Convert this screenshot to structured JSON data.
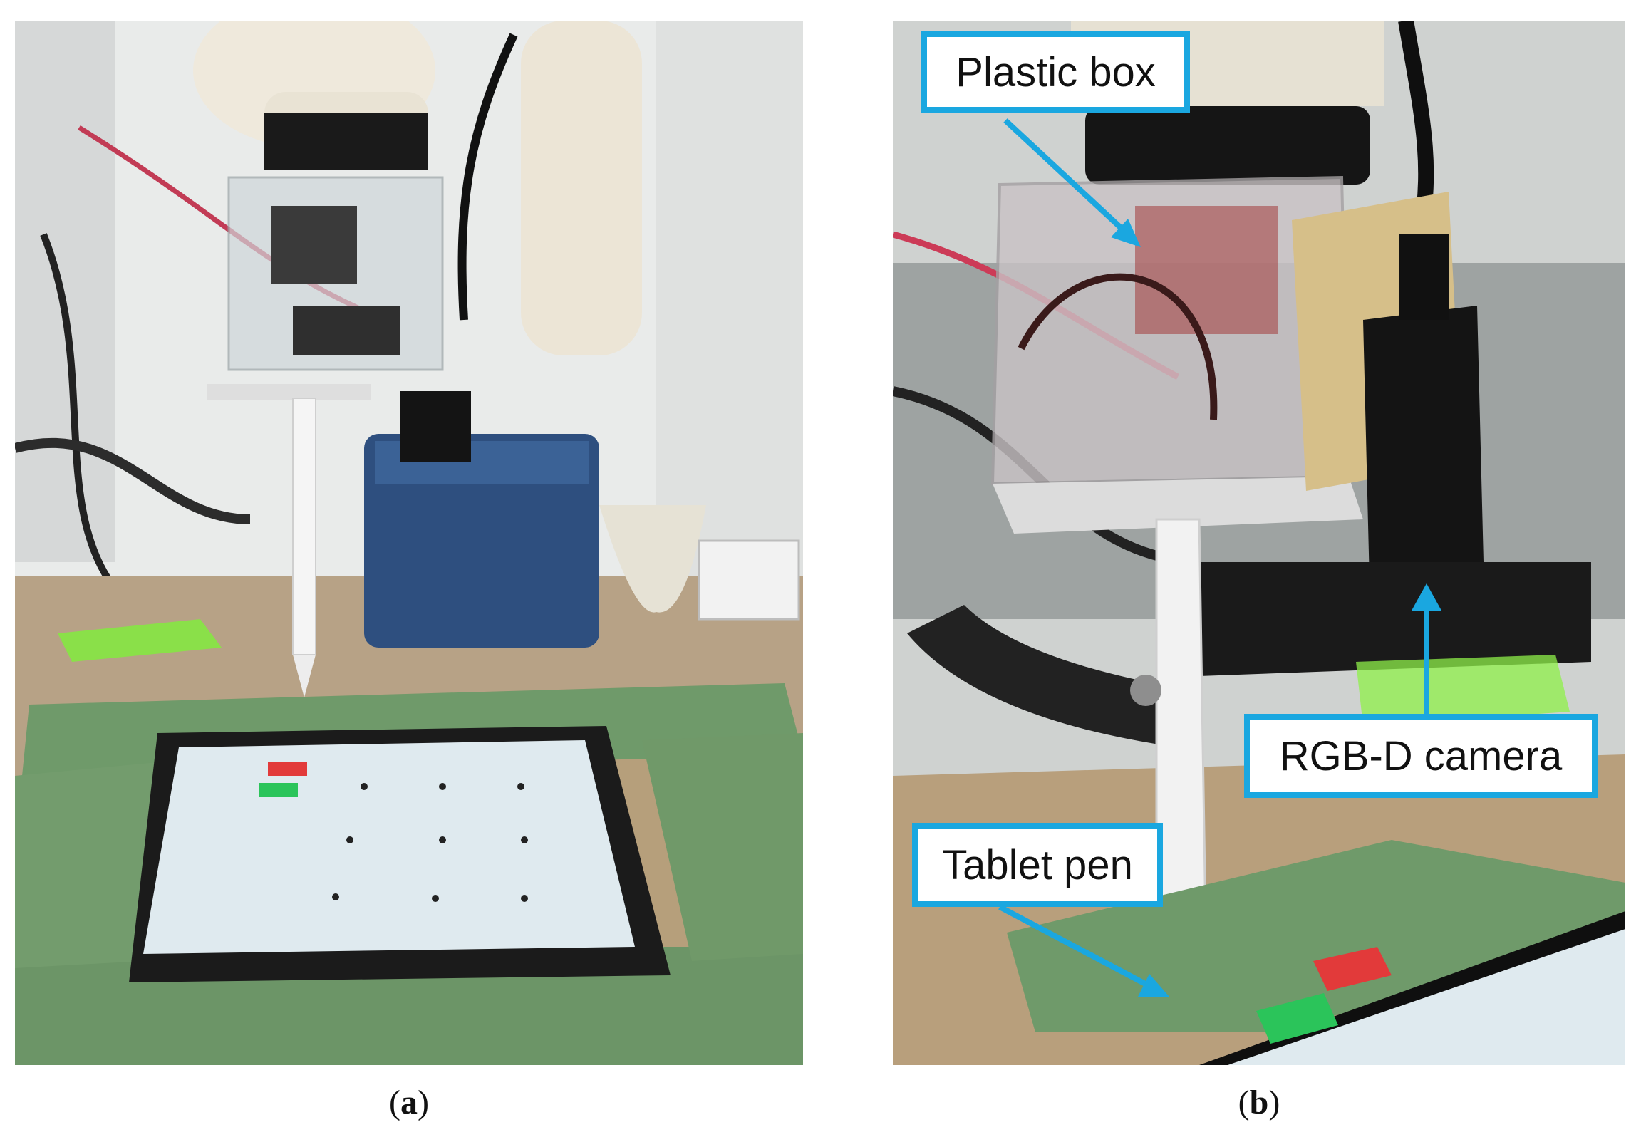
{
  "figure": {
    "panel_a": {
      "caption_letter": "a"
    },
    "panel_b": {
      "caption_letter": "b",
      "callouts": {
        "plastic_box": "Plastic box",
        "rgbd_camera": "RGB-D camera",
        "tablet_pen": "Tablet pen"
      }
    }
  },
  "colors": {
    "callout_border": "#1aa7e0",
    "arrow": "#1aa7e0",
    "tape": "#6f9a6a",
    "tablet_screen": "#dfeaef",
    "target_red": "#e23a3a",
    "target_green": "#2bc45a"
  }
}
